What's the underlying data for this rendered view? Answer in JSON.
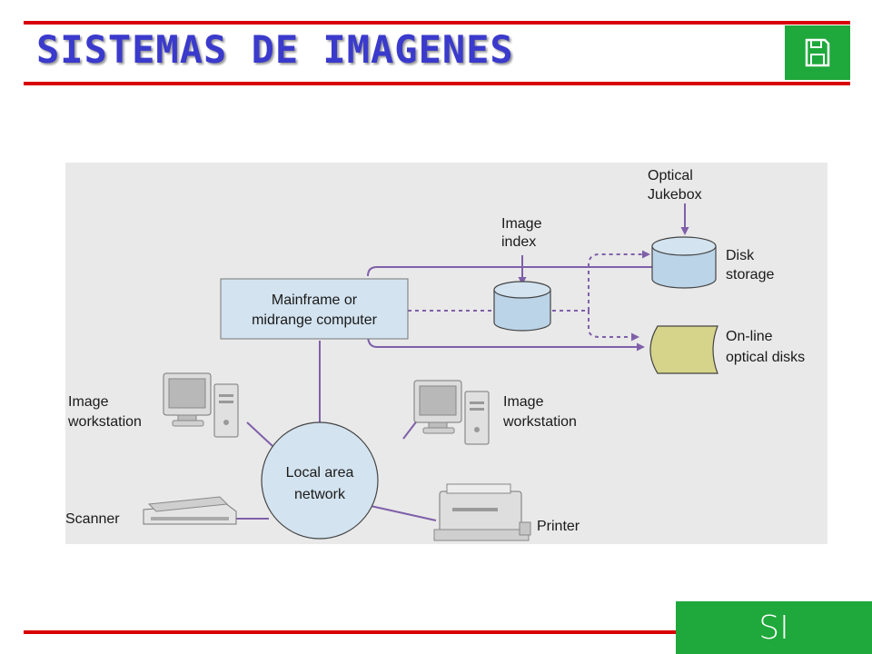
{
  "header": {
    "title": "SISTEMAS DE IMAGENES",
    "save_icon": "floppy-disk-icon"
  },
  "diagram": {
    "nodes": {
      "mainframe": [
        "Mainframe or",
        "midrange computer"
      ],
      "lan": [
        "Local area",
        "network"
      ],
      "image_index": [
        "Image",
        "index"
      ],
      "optical_jukebox": [
        "Optical",
        "Jukebox"
      ],
      "disk_storage": [
        "Disk",
        "storage"
      ],
      "online_optical": [
        "On-line",
        "optical disks"
      ],
      "workstation_left": [
        "Image",
        "workstation"
      ],
      "workstation_right": [
        "Image",
        "workstation"
      ],
      "scanner": "Scanner",
      "printer": "Printer"
    },
    "colors": {
      "box_fill": "#d3e3ef",
      "cylinder_fill": "#bcd4e8",
      "optical_fill": "#d6d48a",
      "connector": "#7f60a9",
      "background": "#e9e9e9"
    }
  },
  "footer": {
    "badge": "SI"
  }
}
